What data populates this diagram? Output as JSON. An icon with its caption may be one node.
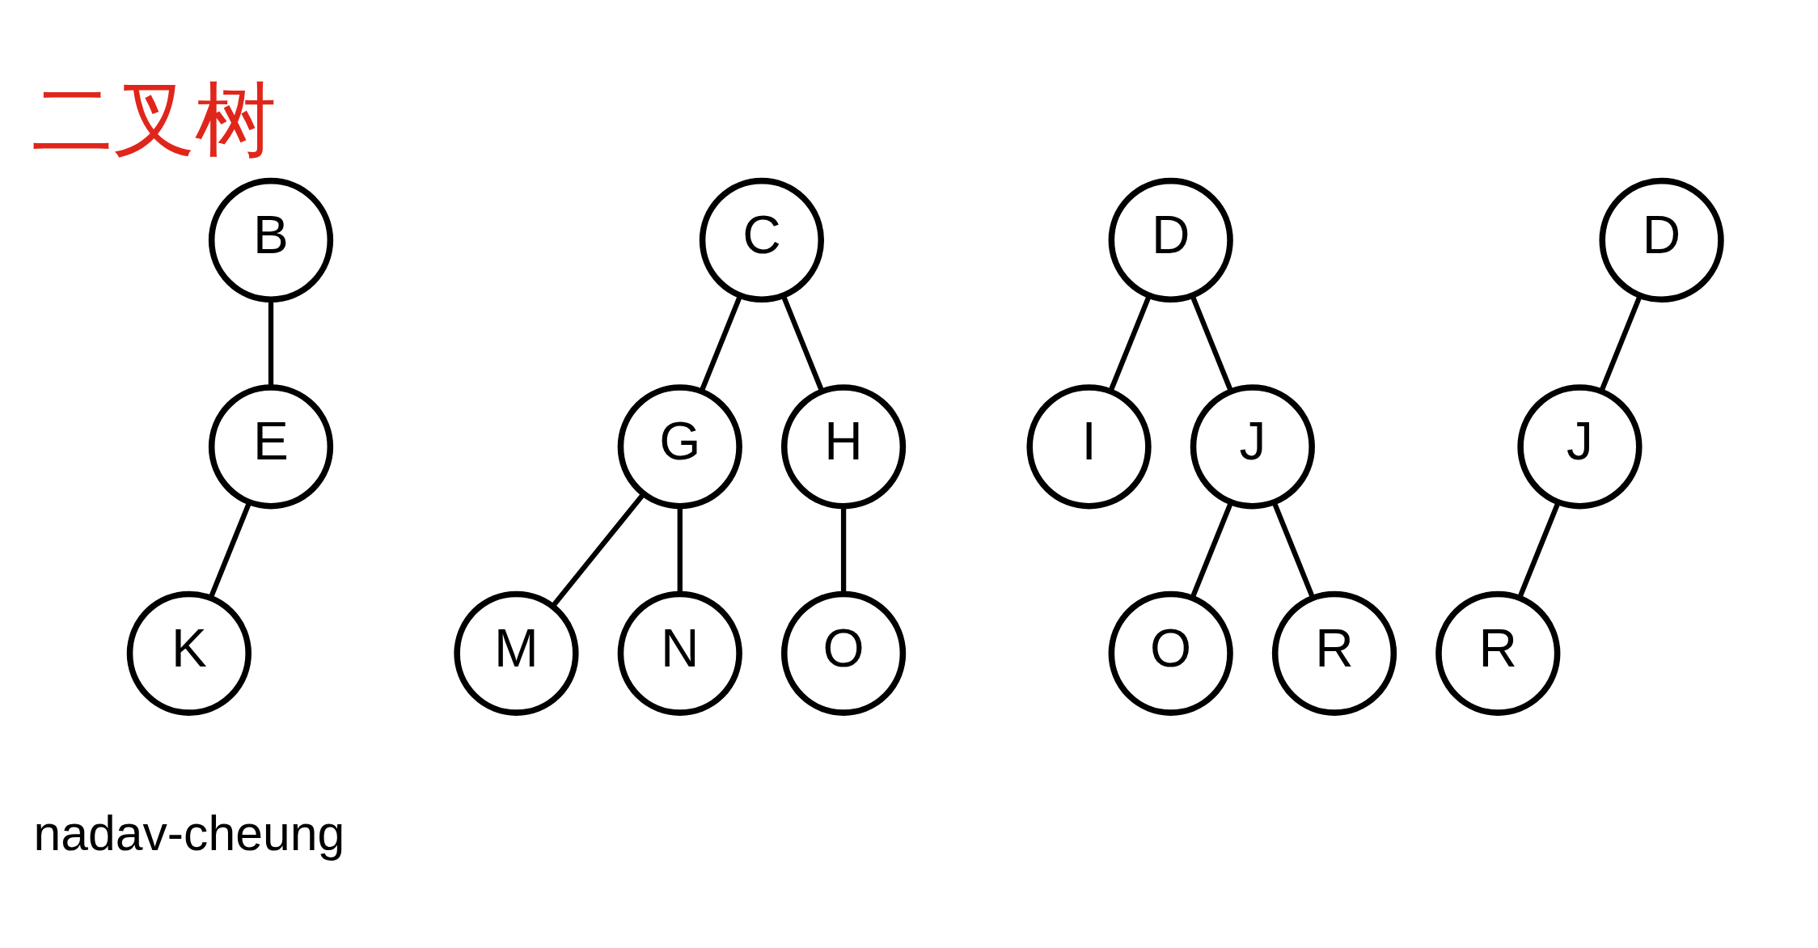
{
  "diagram": {
    "title": "二叉树",
    "nodes": [
      {
        "text": [
          "B"
        ]
      },
      {
        "text": [
          "E"
        ]
      },
      {
        "text": [
          "K"
        ]
      },
      {
        "text": [
          "C"
        ]
      },
      {
        "text": [
          "G"
        ]
      },
      {
        "text": [
          "H"
        ]
      },
      {
        "text": [
          "M"
        ]
      },
      {
        "text": [
          "N"
        ]
      },
      {
        "text": [
          "O"
        ]
      },
      {
        "text": [
          "D"
        ]
      },
      {
        "text": [
          "I"
        ]
      },
      {
        "text": [
          "J"
        ]
      },
      {
        "text": [
          "O"
        ]
      },
      {
        "text": [
          "R"
        ]
      },
      {
        "text": [
          "D"
        ]
      },
      {
        "text": [
          "J"
        ]
      },
      {
        "text": [
          "R"
        ]
      }
    ],
    "edges": [
      {
        "from": 0,
        "to": 1,
        "arrow": "none"
      },
      {
        "from": 1,
        "to": 2,
        "arrow": "none"
      },
      {
        "from": 3,
        "to": 4,
        "arrow": "none"
      },
      {
        "from": 3,
        "to": 5,
        "arrow": "none"
      },
      {
        "from": 4,
        "to": 6,
        "arrow": "none"
      },
      {
        "from": 4,
        "to": 7,
        "arrow": "none"
      },
      {
        "from": 5,
        "to": 8,
        "arrow": "none"
      },
      {
        "from": 9,
        "to": 10,
        "arrow": "none"
      },
      {
        "from": 9,
        "to": 11,
        "arrow": "none"
      },
      {
        "from": 11,
        "to": 12,
        "arrow": "none"
      },
      {
        "from": 11,
        "to": 13,
        "arrow": "none"
      },
      {
        "from": 14,
        "to": 15,
        "arrow": "none"
      },
      {
        "from": 15,
        "to": 16,
        "arrow": "none"
      }
    ],
    "labels": [
      "nadav-cheung"
    ]
  }
}
